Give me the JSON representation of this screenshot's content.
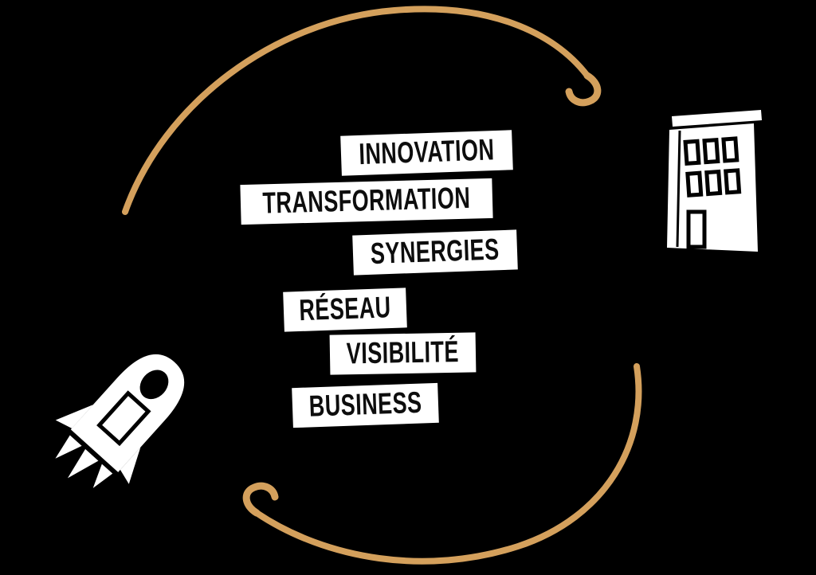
{
  "colors": {
    "background": "#000000",
    "arrow": "#D4A05C",
    "label_background": "#FFFFFF",
    "label_text": "#0D0D0D",
    "icon_fill": "#FFFFFF",
    "icon_detail": "#000000"
  },
  "keywords": [
    {
      "label": "INNOVATION"
    },
    {
      "label": "TRANSFORMATION"
    },
    {
      "label": "SYNERGIES"
    },
    {
      "label": "RÉSEAU"
    },
    {
      "label": "VISIBILITÉ"
    },
    {
      "label": "BUSINESS"
    }
  ],
  "icons": [
    {
      "name": "rocket-icon"
    },
    {
      "name": "building-icon"
    }
  ],
  "arrows": [
    {
      "name": "cycle-arrow-top"
    },
    {
      "name": "cycle-arrow-bottom"
    }
  ]
}
